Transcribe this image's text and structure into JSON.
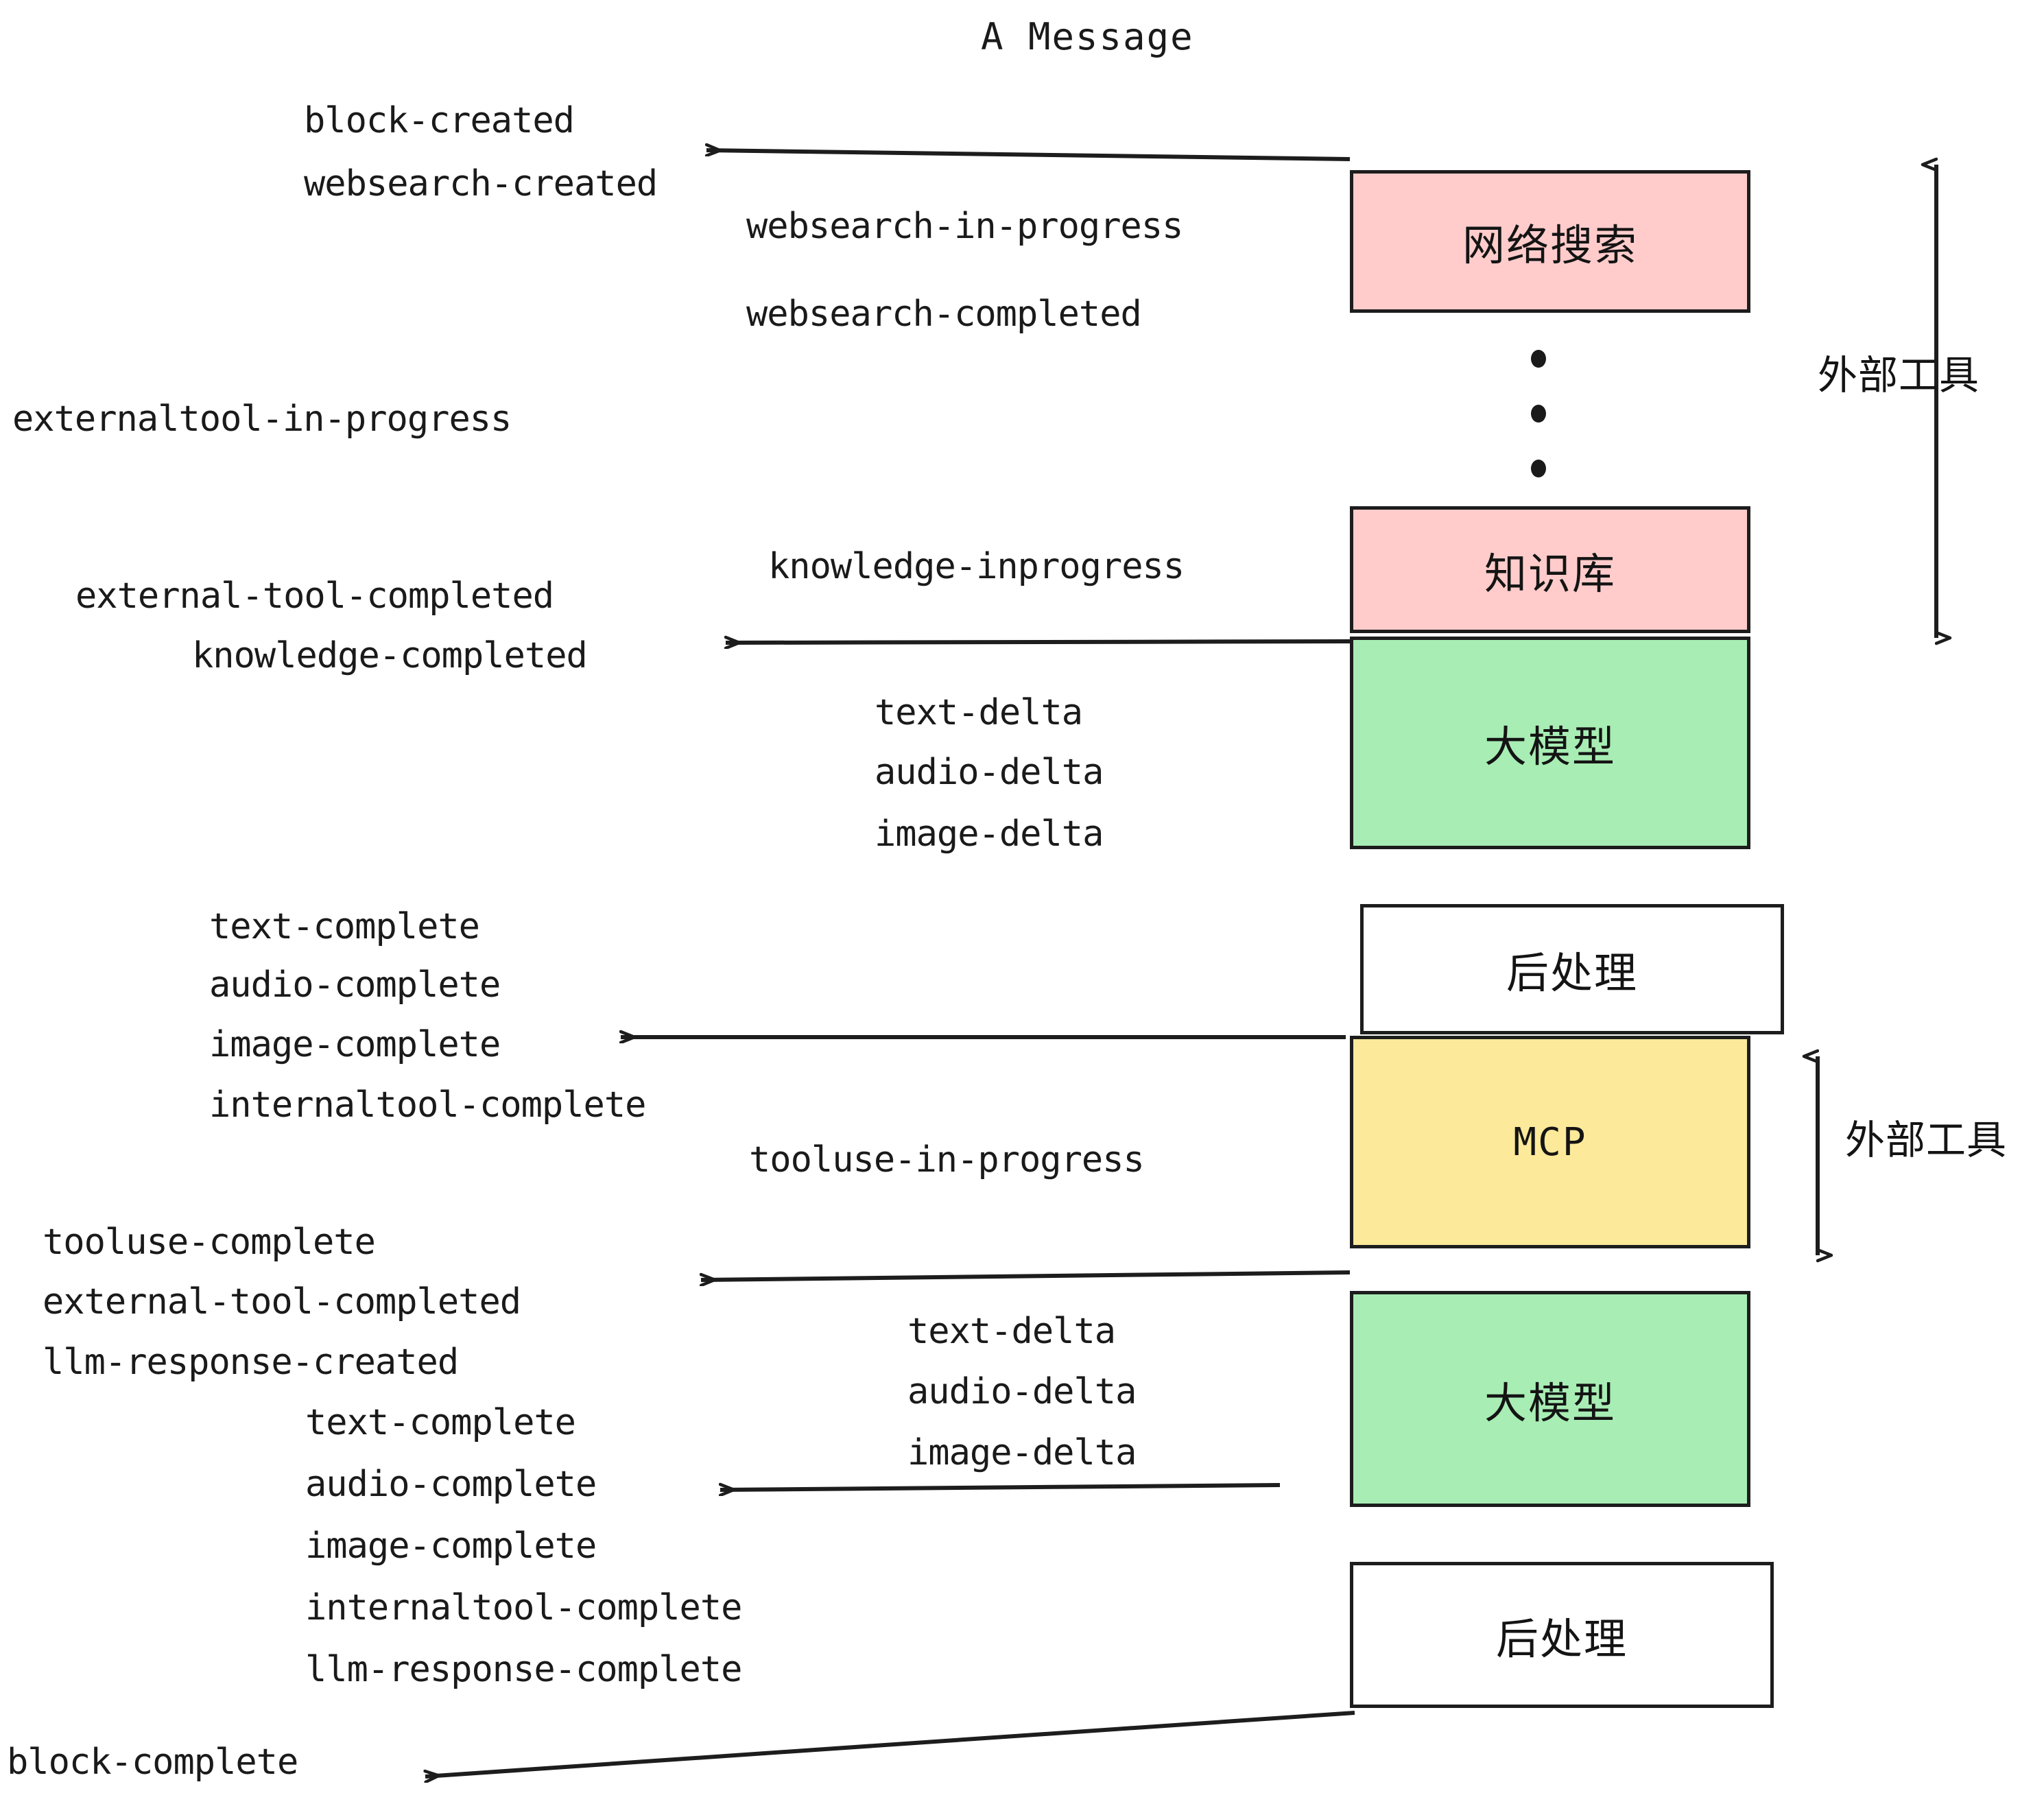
{
  "title": "A Message",
  "colors": {
    "pink": "#FFCCCB",
    "green": "#A8EDB4",
    "yellow": "#FCE99A",
    "white": "#FFFFFF",
    "stroke": "#1d1d1d",
    "text": "#1a1a1a"
  },
  "boxes": [
    {
      "id": "websearch",
      "label": "网络搜索",
      "fill": "#FFCCCB"
    },
    {
      "id": "knowledge",
      "label": "知识库",
      "fill": "#FFCCCB"
    },
    {
      "id": "llm-top",
      "label": "大模型",
      "fill": "#A8EDB4"
    },
    {
      "id": "post-top",
      "label": "后处理",
      "fill": "#FFFFFF"
    },
    {
      "id": "mcp",
      "label": "MCP",
      "fill": "#FCE99A"
    },
    {
      "id": "llm-bottom",
      "label": "大模型",
      "fill": "#A8EDB4"
    },
    {
      "id": "post-bottom",
      "label": "后处理",
      "fill": "#FFFFFF"
    }
  ],
  "side_labels": {
    "external_tool_top": "外部工具",
    "external_tool_bottom": "外部工具"
  },
  "events": [
    {
      "id": "e01",
      "text": "block-created"
    },
    {
      "id": "e02",
      "text": "websearch-created"
    },
    {
      "id": "e03",
      "text": "websearch-in-progress"
    },
    {
      "id": "e04",
      "text": "websearch-completed"
    },
    {
      "id": "e05",
      "text": "externaltool-in-progress"
    },
    {
      "id": "e06",
      "text": "knowledge-inprogress"
    },
    {
      "id": "e07",
      "text": "external-tool-completed"
    },
    {
      "id": "e08",
      "text": "knowledge-completed"
    },
    {
      "id": "e09",
      "text": "text-delta"
    },
    {
      "id": "e10",
      "text": "audio-delta"
    },
    {
      "id": "e11",
      "text": "image-delta"
    },
    {
      "id": "e12",
      "text": "text-complete"
    },
    {
      "id": "e13",
      "text": "audio-complete"
    },
    {
      "id": "e14",
      "text": "image-complete"
    },
    {
      "id": "e15",
      "text": "internaltool-complete"
    },
    {
      "id": "e16",
      "text": "tooluse-in-progress"
    },
    {
      "id": "e17",
      "text": "tooluse-complete"
    },
    {
      "id": "e18",
      "text": "external-tool-completed"
    },
    {
      "id": "e19",
      "text": "llm-response-created"
    },
    {
      "id": "e20",
      "text": "text-complete"
    },
    {
      "id": "e21",
      "text": "audio-complete"
    },
    {
      "id": "e22",
      "text": "image-complete"
    },
    {
      "id": "e23",
      "text": "internaltool-complete"
    },
    {
      "id": "e24",
      "text": "llm-response-complete"
    },
    {
      "id": "e25",
      "text": "text-delta"
    },
    {
      "id": "e26",
      "text": "audio-delta"
    },
    {
      "id": "e27",
      "text": "image-delta"
    },
    {
      "id": "e28",
      "text": "block-complete"
    }
  ]
}
